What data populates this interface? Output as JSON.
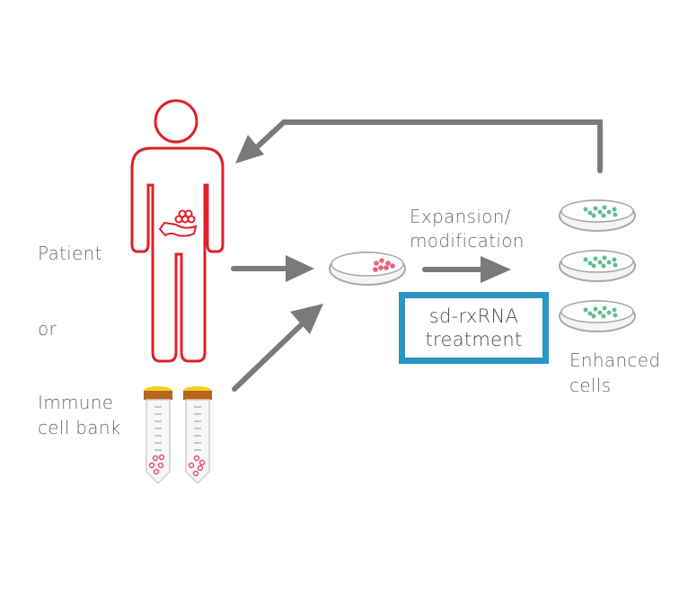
{
  "labels": {
    "patient": "Patient",
    "or": "or",
    "immune_bank_line1": "Immune",
    "immune_bank_line2": "cell bank",
    "expansion_line1": "Expansion/",
    "expansion_line2": "modification",
    "treatment_line1": "sd-rxRNA",
    "treatment_line2": "treatment",
    "enhanced_line1": "Enhanced",
    "enhanced_line2": "cells"
  },
  "colors": {
    "patient_outline": "#e0202a",
    "arrow": "#7a7a7a",
    "highlight_box": "#2a96c4",
    "raw_cells": "#e8607a",
    "enhanced_cells": "#5dbf8e",
    "tube_cap": "#b5651d",
    "tube_cap_top": "#f0d020",
    "dish": "#a8a8a8",
    "text": "#6b6b6b"
  },
  "icons": {
    "patient": "human-figure-icon",
    "tumor": "tumor-icon",
    "tubes": "test-tube-icon",
    "dish": "petri-dish-icon"
  },
  "enhanced_dish_count": 3,
  "tube_count": 2
}
